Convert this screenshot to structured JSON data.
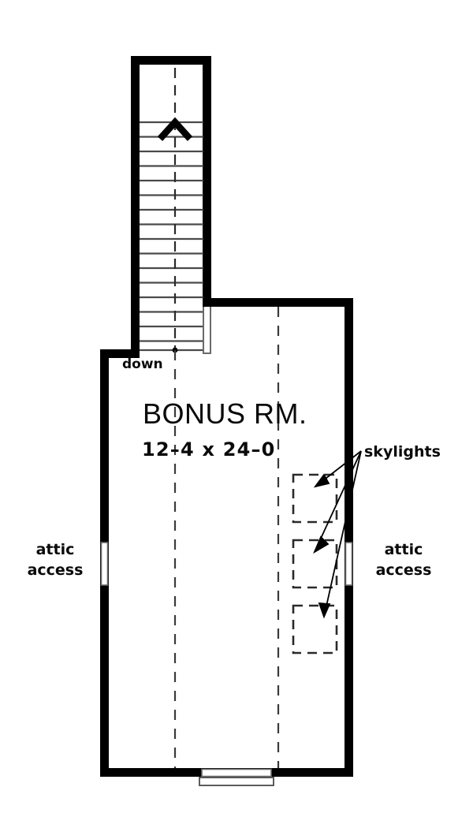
{
  "plan": {
    "title": "BONUS RM.",
    "dimensions": "12–4  x  24–0",
    "labels": {
      "down": "down",
      "skylights": "skylights",
      "attic_access_left_line1": "attic",
      "attic_access_left_line2": "access",
      "attic_access_right_line1": "attic",
      "attic_access_right_line2": "access"
    },
    "colors": {
      "wall": "#000000",
      "line": "#404040",
      "background": "#ffffff",
      "text": "#0a0a0a"
    },
    "stair": {
      "tread_count": 16,
      "direction_arrow": "up-arrow-icon"
    },
    "skylight_count": 3,
    "icons": {
      "stair_arrow": "up-arrow-icon",
      "door_swing": "door-icon",
      "window": "window-icon"
    }
  }
}
